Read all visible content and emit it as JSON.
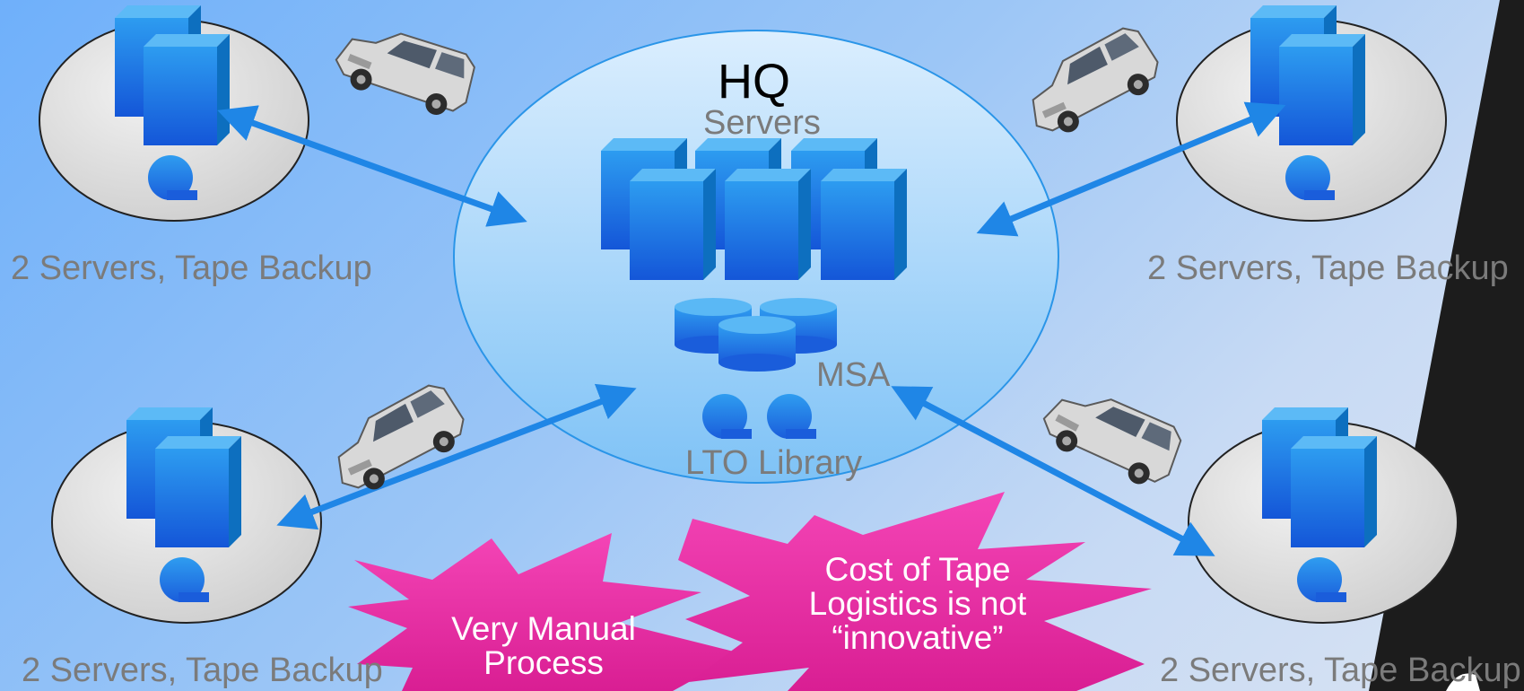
{
  "hq": {
    "title": "HQ",
    "servers_label": "Servers",
    "msa_label": "MSA",
    "lto_label": "LTO Library"
  },
  "sites": [
    {
      "label": "2 Servers, Tape Backup"
    },
    {
      "label": "2 Servers, Tape Backup"
    },
    {
      "label": "2 Servers, Tape Backup"
    },
    {
      "label": "2 Servers, Tape Backup"
    }
  ],
  "callouts": [
    {
      "text": "Very Manual Process"
    },
    {
      "text": "Cost of Tape Logistics is not “innovative”"
    }
  ],
  "colors": {
    "server_blue": "#1a7fe0",
    "arrow_blue": "#1f86e6",
    "burst_pink": "#ee2fa8",
    "hq_ellipse": "#bfe0fb",
    "site_ellipse": "#e4e4e4"
  },
  "icons": [
    "server-icon",
    "disk-icon",
    "tape-icon",
    "van-icon",
    "starburst"
  ]
}
